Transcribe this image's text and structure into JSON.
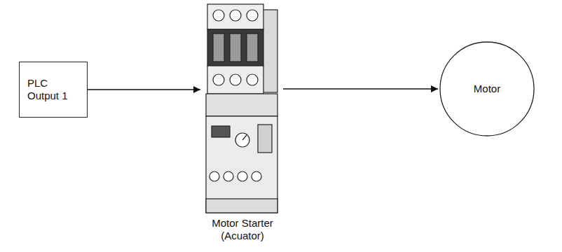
{
  "diagram": {
    "nodes": [
      {
        "text": [
          "PLC Output 1"
        ]
      },
      {
        "text": [
          "Motor Starter (Acuator)"
        ]
      },
      {
        "text": [
          "Motor"
        ]
      }
    ],
    "edges": [
      {
        "from": 0,
        "to": 1,
        "arrow": "to"
      },
      {
        "from": 1,
        "to": 2,
        "arrow": "to"
      }
    ]
  }
}
